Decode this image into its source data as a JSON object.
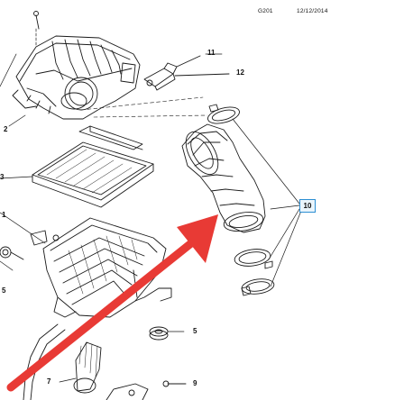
{
  "header": {
    "code": "G201",
    "date": "12/12/2014"
  },
  "callouts": {
    "c11": "11",
    "c12": "12",
    "c2": "2",
    "c3": "3",
    "c1": "1",
    "c5a": "5",
    "c5b": "5",
    "c7": "7",
    "c9": "9",
    "c10": "10"
  },
  "highlight": {
    "label": "10",
    "color": "#2c8fd3"
  },
  "arrow": {
    "color": "#e83a35"
  }
}
